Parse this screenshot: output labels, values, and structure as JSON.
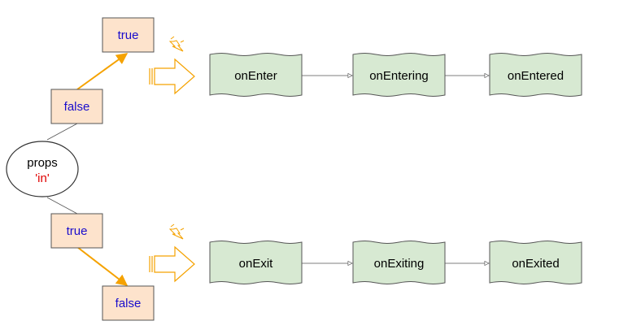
{
  "props_node": {
    "line1": "props",
    "line2": "'in'"
  },
  "upper_branch": {
    "from_value": "false",
    "to_value": "true",
    "callbacks": [
      "onEnter",
      "onEntering",
      "onEntered"
    ]
  },
  "lower_branch": {
    "from_value": "true",
    "to_value": "false",
    "callbacks": [
      "onExit",
      "onExiting",
      "onExited"
    ]
  },
  "icons": {
    "trigger": "lightning-bolt-icon",
    "transition": "hollow-arrow-icon"
  },
  "colors": {
    "state_fill": "#fde3cc",
    "state_stroke": "#555555",
    "state_text": "#1a0dcc",
    "callback_fill": "#d7e9d2",
    "callback_stroke": "#555555",
    "transition_arrow": "#f5a200",
    "lightning": "#f5a200",
    "prop_text": "#e00000",
    "connector": "#555555"
  }
}
